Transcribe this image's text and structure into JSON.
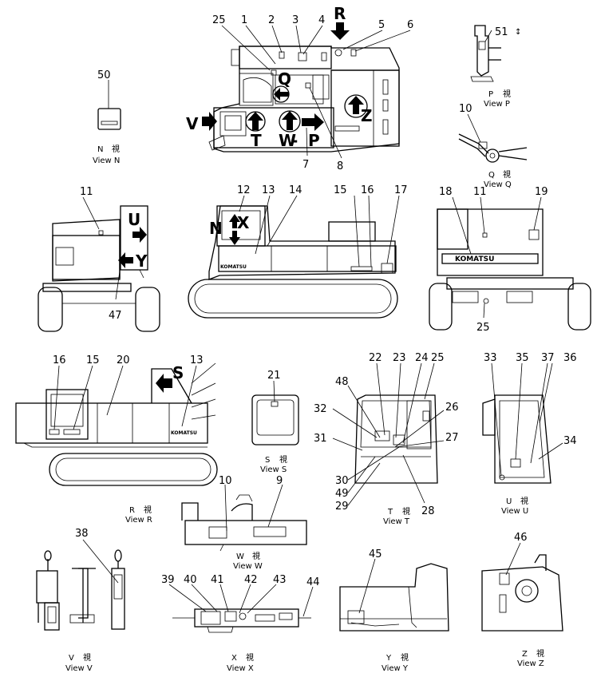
{
  "diagram": {
    "part_numbers": [
      "1",
      "2",
      "3",
      "4",
      "5",
      "6",
      "7",
      "8",
      "9",
      "10",
      "11",
      "12",
      "13",
      "14",
      "15",
      "16",
      "17",
      "18",
      "19",
      "20",
      "21",
      "22",
      "23",
      "24",
      "25",
      "26",
      "27",
      "28",
      "29",
      "30",
      "31",
      "32",
      "33",
      "34",
      "35",
      "36",
      "37",
      "38",
      "39",
      "40",
      "41",
      "42",
      "43",
      "44",
      "45",
      "46",
      "47",
      "48",
      "49",
      "50",
      "51"
    ],
    "view_letters": [
      "R",
      "Q",
      "V",
      "T",
      "W",
      "P",
      "Z",
      "N",
      "X",
      "U",
      "Y",
      "S"
    ],
    "views": {
      "N": {
        "kanji": "視",
        "label": "View N",
        "letter": "N"
      },
      "P": {
        "kanji": "視",
        "label": "View P",
        "letter": "P"
      },
      "Q": {
        "kanji": "視",
        "label": "View Q",
        "letter": "Q"
      },
      "S": {
        "kanji": "視",
        "label": "View S",
        "letter": "S"
      },
      "T": {
        "kanji": "視",
        "label": "View T",
        "letter": "T"
      },
      "U": {
        "kanji": "視",
        "label": "View U",
        "letter": "U"
      },
      "R": {
        "kanji": "視",
        "label": "View R",
        "letter": "R"
      },
      "W": {
        "kanji": "視",
        "label": "View W",
        "letter": "W"
      },
      "V": {
        "kanji": "視",
        "label": "View V",
        "letter": "V"
      },
      "X": {
        "kanji": "視",
        "label": "View X",
        "letter": "X"
      },
      "Y": {
        "kanji": "視",
        "label": "View Y",
        "letter": "Y"
      },
      "Z": {
        "kanji": "視",
        "label": "View Z",
        "letter": "Z"
      }
    },
    "brand_text": "KOMATSU",
    "brand_text_small": "KOMATSU"
  }
}
